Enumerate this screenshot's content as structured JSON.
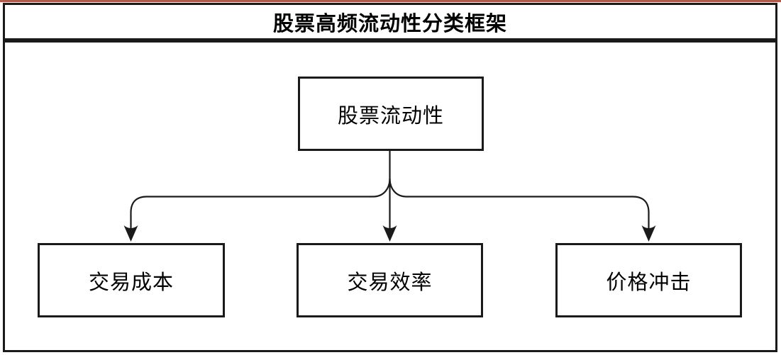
{
  "page": {
    "title": "股票高频流动性分类框架"
  },
  "diagram": {
    "root": {
      "label": "股票流动性"
    },
    "children": [
      {
        "label": "交易成本"
      },
      {
        "label": "交易效率"
      },
      {
        "label": "价格冲击"
      }
    ],
    "edges": [
      {
        "from": "股票流动性",
        "to": "交易成本"
      },
      {
        "from": "股票流动性",
        "to": "交易效率"
      },
      {
        "from": "股票流动性",
        "to": "价格冲击"
      }
    ]
  },
  "colors": {
    "accent_line": "#b05a4a",
    "border": "#1a1a1a",
    "background": "#ffffff",
    "text": "#000000"
  }
}
